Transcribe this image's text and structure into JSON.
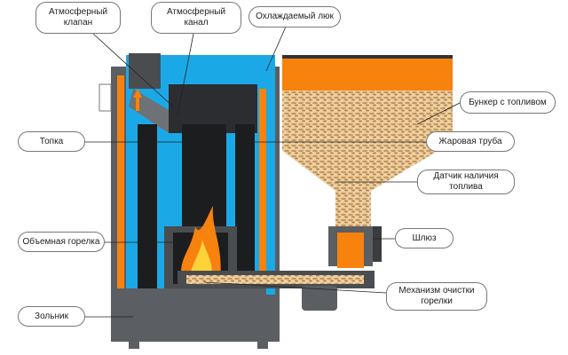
{
  "labels": {
    "atm_valve": "Атмосферный клапан",
    "atm_channel": "Атмосферный канал",
    "cooled_hatch": "Охлаждаемый люк",
    "hopper": "Бункер с топливом",
    "furnace": "Топка",
    "fire_tube": "Жаровая труба",
    "fuel_sensor": "Датчик наличия топлива",
    "burner": "Объемная горелка",
    "sluice": "Шлюз",
    "cleaning": "Механизм очистки горелки",
    "ash_pan": "Зольник"
  },
  "colors": {
    "water": "#1aa9e6",
    "steel": "#5b5e62",
    "dark": "#2b2d30",
    "orange": "#f7820e",
    "pellet": "#e8c99a"
  }
}
